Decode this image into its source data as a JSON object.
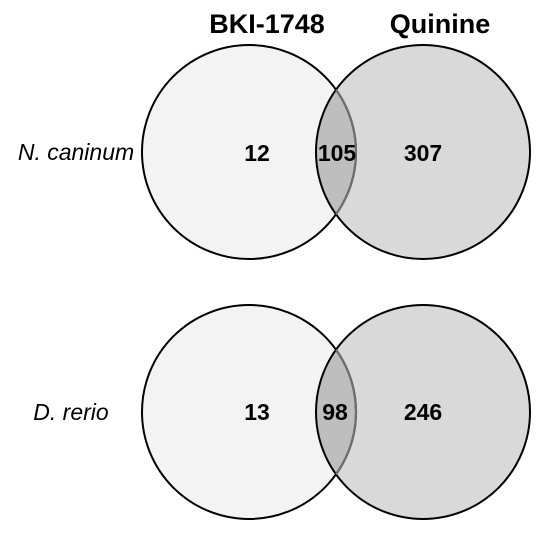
{
  "sets": {
    "left": "BKI-1748",
    "right": "Quinine"
  },
  "colors": {
    "left_fill": "#f3f3f3",
    "right_fill": "#d9d9d9",
    "overlap_fill": "#bebebe",
    "stroke": "#000000",
    "overlap_stroke": "#6e6e6e"
  },
  "diagrams": [
    {
      "label": "N. caninum",
      "left_only": "12",
      "overlap": "105",
      "right_only": "307"
    },
    {
      "label": "D. rerio",
      "left_only": "13",
      "overlap": "98",
      "right_only": "246"
    }
  ]
}
